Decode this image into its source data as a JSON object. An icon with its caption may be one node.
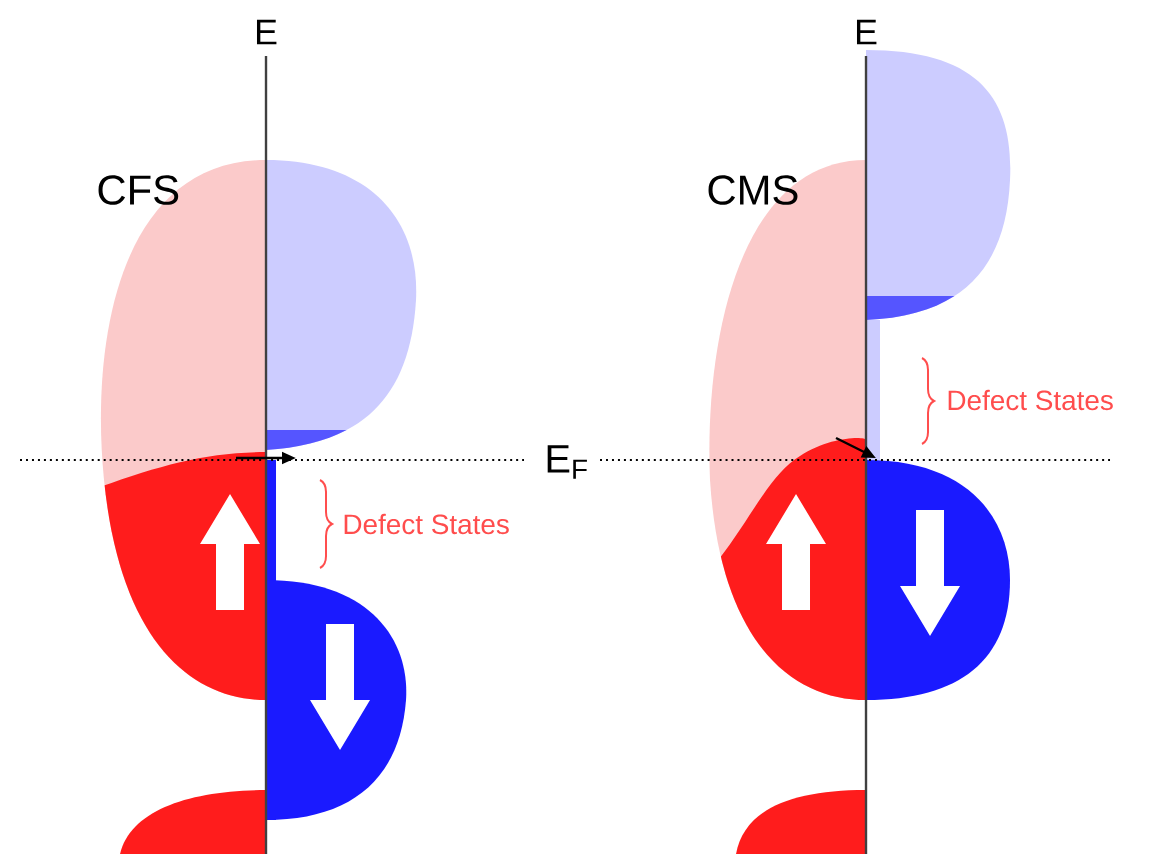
{
  "diagram": {
    "labels": [
      "E",
      "E",
      "CFS",
      "CMS",
      "Defect States",
      "E$_{F}$",
      "Defect States"
    ]
  }
}
